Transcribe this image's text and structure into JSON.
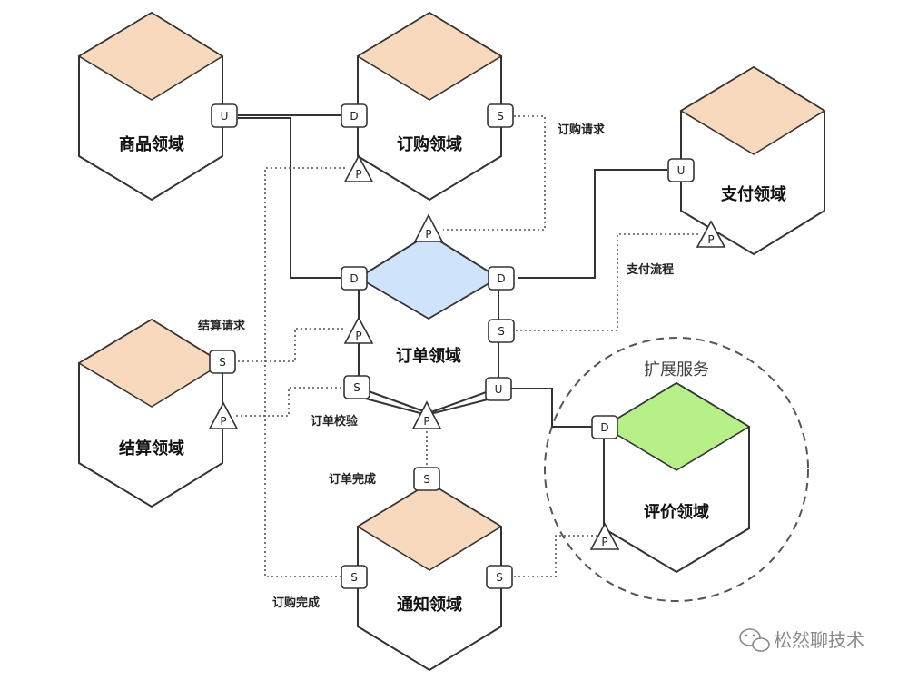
{
  "colors": {
    "domain_top": "#f9d9bd",
    "order_core": "#cfe3fb",
    "review_core": "#b7f089"
  },
  "domains": {
    "product": "商品领域",
    "purchase": "订购领域",
    "payment": "支付领域",
    "order": "订单领域",
    "settlement": "结算领域",
    "notify": "通知领域",
    "review": "评价领域"
  },
  "boundary_label": "扩展服务",
  "ports": {
    "u": "U",
    "d": "D",
    "s": "S",
    "p": "P"
  },
  "flows": {
    "purchase_request": "订购请求",
    "payment_process": "支付流程",
    "settlement_request": "结算请求",
    "order_check": "订单校验",
    "order_complete": "订单完成",
    "purchase_complete": "订购完成"
  },
  "watermark": "松然聊技术"
}
